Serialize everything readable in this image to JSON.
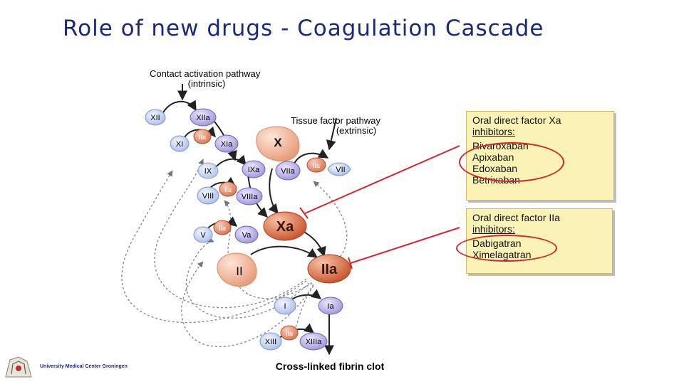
{
  "title": "Role of new drugs - Coagulation Cascade",
  "pathways": {
    "contact_line1": "Contact activation pathway",
    "contact_line2": "(intrinsic)",
    "tissue_line1": "Tissue factor pathway",
    "tissue_line2": "(extrinsic)"
  },
  "factors": {
    "xii": "XII",
    "xiia": "XIIa",
    "xi": "XI",
    "xia": "XIa",
    "ix": "IX",
    "ixa": "IXa",
    "viii": "VIII",
    "viiia": "VIIIa",
    "v": "V",
    "va": "Va",
    "x": "X",
    "xa": "Xa",
    "viia": "VIIa",
    "vii": "VII",
    "ii": "II",
    "iia": "IIa",
    "i": "I",
    "ia": "Ia",
    "xiii": "XIII",
    "xiiia": "XIIIa",
    "thrombin_small": "IIa"
  },
  "end_product": "Cross-linked fibrin clot",
  "xa_box": {
    "header_line1": "Oral direct factor Xa",
    "header_line2": "inhibitors:",
    "drugs": [
      "Rivaroxaban",
      "Apixaban",
      "Edoxaban",
      "Betrixaban"
    ]
  },
  "iia_box": {
    "header_line1": "Oral direct factor IIa",
    "header_line2": "inhibitors:",
    "drugs": [
      "Dabigatran",
      "Ximelagatran"
    ]
  },
  "footer": {
    "institution": "University Medical Center Groningen"
  },
  "colors": {
    "title": "#1a2a7a",
    "inhibitor_line": "#d8232a",
    "highlight_ring": "#d8232a",
    "box_fill": "#fbf3b6",
    "factor_blue": "#c9d6f2",
    "factor_orange": "#e07a4c"
  }
}
